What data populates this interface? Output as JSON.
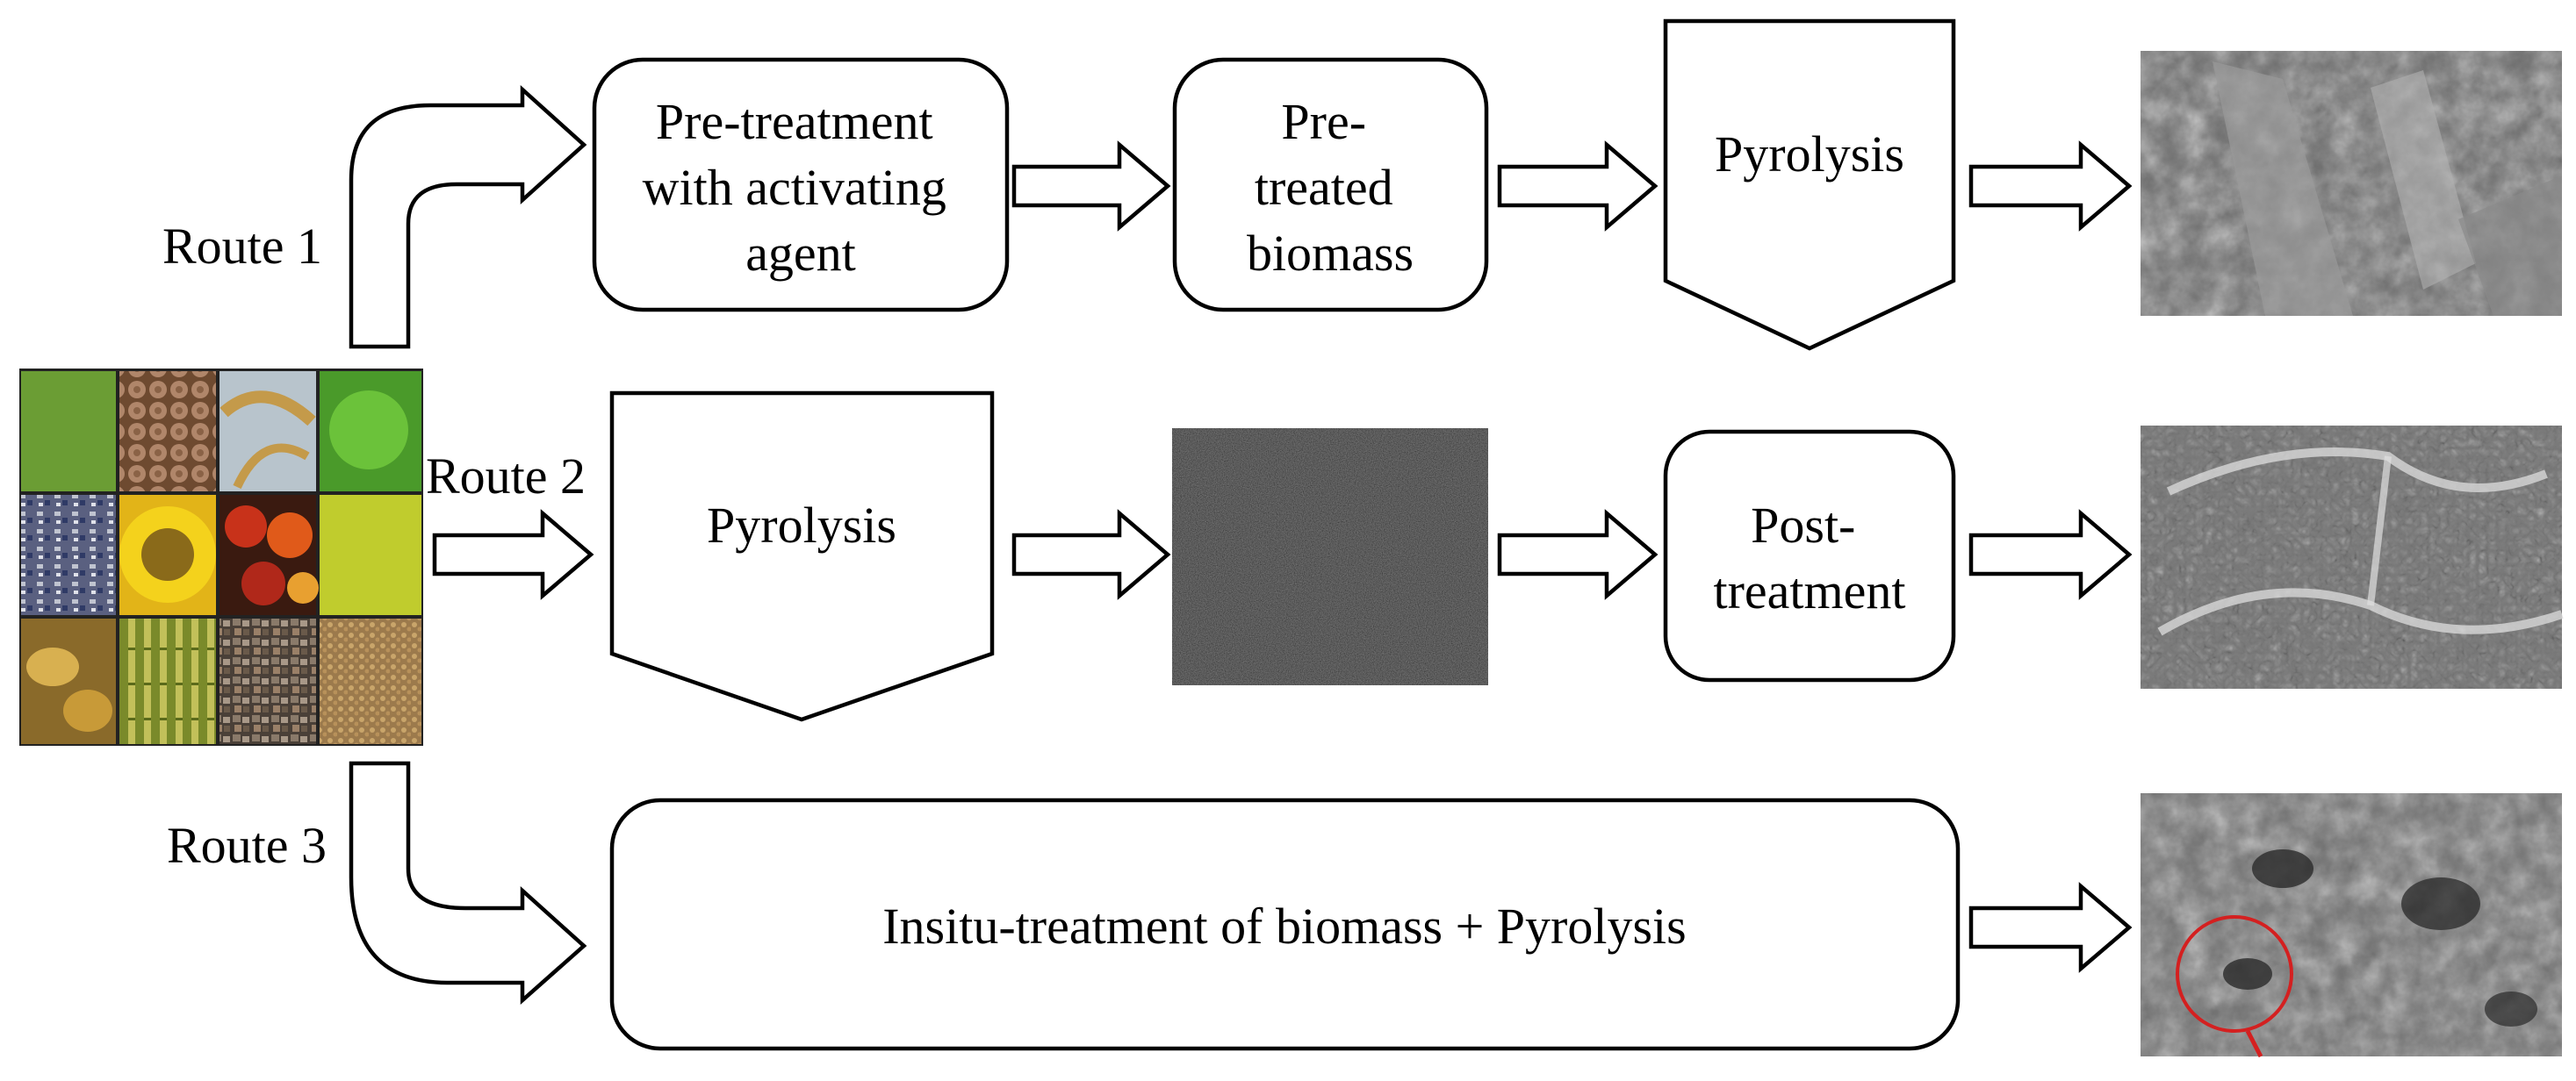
{
  "route_labels": {
    "route1": "Route 1",
    "route2": "Route 2",
    "route3": "Route 3"
  },
  "route1": {
    "pretreatment": [
      "Pre-treatment",
      "with activating",
      "agent"
    ],
    "pretreated": [
      "Pre-",
      "treated",
      "biomass"
    ],
    "pyrolysis": "Pyrolysis"
  },
  "route2": {
    "pyrolysis": "Pyrolysis",
    "posttreatment": [
      "Post-",
      "treatment"
    ]
  },
  "route3": {
    "insitu": "Insitu-treatment of biomass + Pyrolysis"
  },
  "colors": {
    "outline": "#000000",
    "fill": "#ffffff",
    "sem_highlight": "#d42020"
  },
  "icons": {
    "biomass_collage": "biomass-collage-icon",
    "char_powder": "char-powder-icon",
    "sem_route1": "sem-micrograph-icon",
    "sem_route2": "sem-micrograph-icon",
    "sem_route3": "sem-micrograph-icon"
  }
}
